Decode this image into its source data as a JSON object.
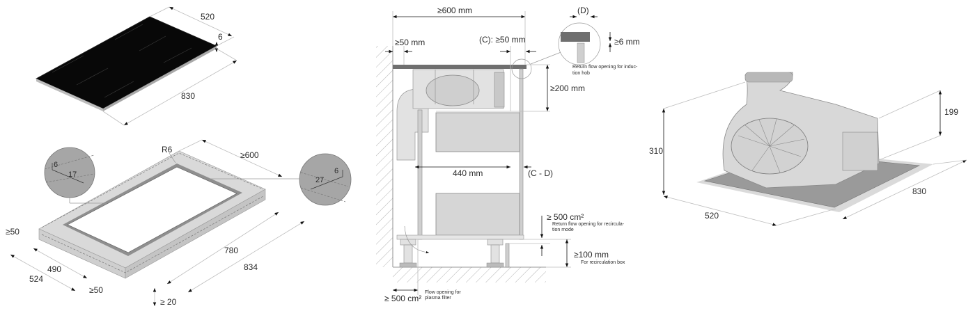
{
  "hob_top_view": {
    "width_label": "520",
    "thickness_label": "6",
    "length_label": "830"
  },
  "cutout_view": {
    "corner_radius_label": "R6",
    "depth_min_label": "≥600",
    "detail_left": {
      "depth_label": "6",
      "width_label": "17"
    },
    "detail_right": {
      "depth_label": "6",
      "width_label": "27"
    },
    "back_margin_label": "≥50",
    "cutout_width_label": "490",
    "rebate_width_label": "524",
    "front_margin_label": "≥50",
    "cutout_length_label": "780",
    "rebate_length_label": "834",
    "worktop_thickness_label": "≥ 20"
  },
  "section_view": {
    "worktop_depth_label": "≥600 mm",
    "wall_gap_label": "≥50 mm",
    "front_gap_label": "(C):  ≥50 mm",
    "detail_d_label": "(D)",
    "detail_gap_label": "≥6 mm",
    "detail_note": [
      "Return flow opening for induc-",
      "tion hob"
    ],
    "height_clearance_label": "≥200 mm",
    "drawer_depth_label": "440 mm",
    "cd_label": "(C - D)",
    "recirc_opening_label": "≥ 500 cm²",
    "recirc_opening_note": [
      "Return flow opening for recircula-",
      "tion mode"
    ],
    "plinth_height_label": "≥100 mm",
    "plinth_note": "For recirculation box",
    "plasma_opening_label": "≥ 500 cm²",
    "plasma_note": [
      "Flow opening for",
      "plasma filter"
    ]
  },
  "unit_view": {
    "total_height_label": "310",
    "top_height_label": "199",
    "width_label": "520",
    "length_label": "830"
  }
}
